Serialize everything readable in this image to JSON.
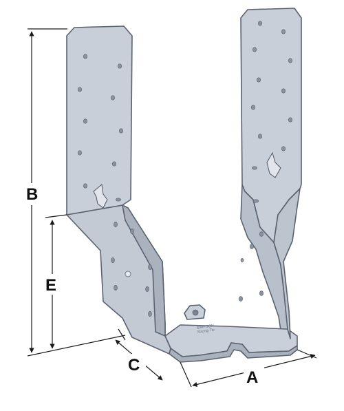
{
  "diagram": {
    "subject": "Simpson Strong-Tie face-mount hanger with dimension callouts",
    "dimensions": {
      "a": "A",
      "b": "B",
      "c": "C",
      "e": "E"
    },
    "stamp": {
      "brand": "SIMPSON",
      "line2": "Strong-Tie"
    },
    "colors": {
      "metal_fill": "#c5ccd6",
      "metal_shade": "#aeb6c2",
      "metal_dark": "#98a1ae",
      "edge": "#5a6270",
      "hole": "#7d8592",
      "dimension_line": "#1a1a1a",
      "background": "#ffffff"
    }
  }
}
